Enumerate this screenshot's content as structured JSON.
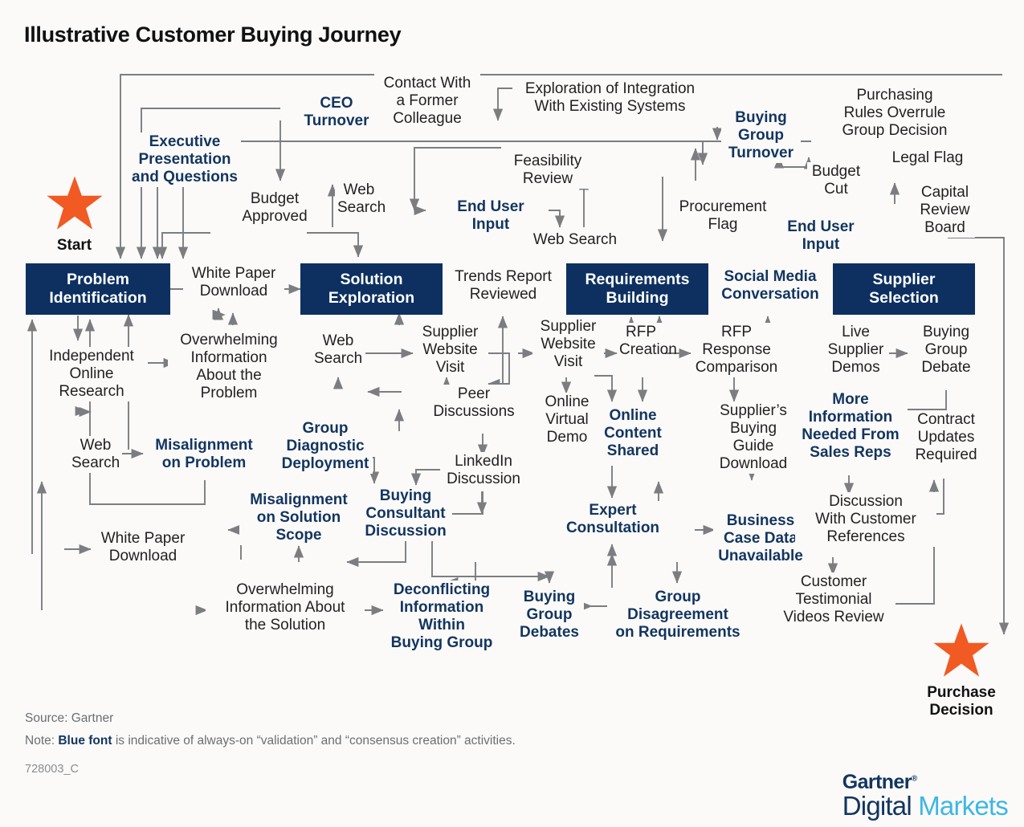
{
  "title": "Illustrative Customer Buying Journey",
  "footer": {
    "source": "Source: Gartner",
    "note_prefix": "Note: ",
    "note_bold": "Blue font",
    "note_rest": " is indicative of always-on “validation” and “consensus creation” activities.",
    "code": "728003_C",
    "logo_brand": "Gartner",
    "logo_reg": "®",
    "logo_line2_a": "Digital ",
    "logo_line2_b": "Markets"
  },
  "colors": {
    "stage_box": "#0d3060",
    "blue_text": "#12355f",
    "star": "#f15a22",
    "arrow": "#7b7d80",
    "background": "#fbfaf9"
  },
  "stars": [
    {
      "id": "start",
      "label": "Start"
    },
    {
      "id": "purchase-decision",
      "label": "Purchase\nDecision"
    }
  ],
  "stages": [
    {
      "id": "problem-identification",
      "label": "Problem\nIdentification"
    },
    {
      "id": "solution-exploration",
      "label": "Solution\nExploration"
    },
    {
      "id": "requirements-building",
      "label": "Requirements\nBuilding"
    },
    {
      "id": "supplier-selection",
      "label": "Supplier\nSelection"
    }
  ],
  "nodes": [
    {
      "id": "ceo-turnover",
      "label": "CEO\nTurnover",
      "blue": true
    },
    {
      "id": "contact-former-colleague",
      "label": "Contact With\na Former\nColleague",
      "blue": false
    },
    {
      "id": "exploration-integration",
      "label": "Exploration of Integration\nWith Existing Systems",
      "blue": false
    },
    {
      "id": "buying-group-turnover",
      "label": "Buying\nGroup\nTurnover",
      "blue": true
    },
    {
      "id": "purchasing-rules-overrule",
      "label": "Purchasing\nRules Overrule\nGroup Decision",
      "blue": false
    },
    {
      "id": "executive-presentation",
      "label": "Executive\nPresentation\nand Questions",
      "blue": true
    },
    {
      "id": "feasibility-review",
      "label": "Feasibility\nReview",
      "blue": false
    },
    {
      "id": "legal-flag",
      "label": "Legal Flag",
      "blue": false
    },
    {
      "id": "budget-approved",
      "label": "Budget\nApproved",
      "blue": false
    },
    {
      "id": "web-search-top",
      "label": "Web\nSearch",
      "blue": false
    },
    {
      "id": "end-user-input-left",
      "label": "End User\nInput",
      "blue": true
    },
    {
      "id": "budget-cut",
      "label": "Budget\nCut",
      "blue": false
    },
    {
      "id": "capital-review-board",
      "label": "Capital\nReview\nBoard",
      "blue": false
    },
    {
      "id": "web-search-mid-top",
      "label": "Web Search",
      "blue": false
    },
    {
      "id": "procurement-flag",
      "label": "Procurement\nFlag",
      "blue": false
    },
    {
      "id": "end-user-input-right",
      "label": "End User\nInput",
      "blue": true
    },
    {
      "id": "white-paper-download-top",
      "label": "White Paper\nDownload",
      "blue": false
    },
    {
      "id": "trends-report-reviewed",
      "label": "Trends Report\nReviewed",
      "blue": false
    },
    {
      "id": "social-media-conversation",
      "label": "Social Media\nConversation",
      "blue": true
    },
    {
      "id": "independent-online-research",
      "label": "Independent\nOnline\nResearch",
      "blue": false
    },
    {
      "id": "overwhelming-info-problem",
      "label": "Overwhelming\nInformation\nAbout the\nProblem",
      "blue": false
    },
    {
      "id": "web-search-solution",
      "label": "Web\nSearch",
      "blue": false
    },
    {
      "id": "supplier-website-visit-1",
      "label": "Supplier\nWebsite\nVisit",
      "blue": false
    },
    {
      "id": "supplier-website-visit-2",
      "label": "Supplier\nWebsite\nVisit",
      "blue": false
    },
    {
      "id": "rfp-creation",
      "label": "RFP\nCreation",
      "blue": false
    },
    {
      "id": "rfp-response-comparison",
      "label": "RFP\nResponse\nComparison",
      "blue": false
    },
    {
      "id": "live-supplier-demos",
      "label": "Live\nSupplier\nDemos",
      "blue": false
    },
    {
      "id": "buying-group-debate",
      "label": "Buying\nGroup\nDebate",
      "blue": false
    },
    {
      "id": "peer-discussions",
      "label": "Peer\nDiscussions",
      "blue": false
    },
    {
      "id": "online-virtual-demo",
      "label": "Online\nVirtual\nDemo",
      "blue": false
    },
    {
      "id": "online-content-shared",
      "label": "Online\nContent\nShared",
      "blue": true
    },
    {
      "id": "suppliers-buying-guide-download",
      "label": "Supplier’s\nBuying\nGuide\nDownload",
      "blue": false
    },
    {
      "id": "more-information-needed",
      "label": "More\nInformation\nNeeded From\nSales Reps",
      "blue": true
    },
    {
      "id": "contract-updates-required",
      "label": "Contract\nUpdates\nRequired",
      "blue": false
    },
    {
      "id": "web-search-problem",
      "label": "Web\nSearch",
      "blue": false
    },
    {
      "id": "misalignment-on-problem",
      "label": "Misalignment\non Problem",
      "blue": true
    },
    {
      "id": "group-diagnostic-deployment",
      "label": "Group\nDiagnostic\nDeployment",
      "blue": true
    },
    {
      "id": "linkedin-discussion",
      "label": "LinkedIn\nDiscussion",
      "blue": false
    },
    {
      "id": "misalignment-on-solution-scope",
      "label": "Misalignment\non Solution\nScope",
      "blue": true
    },
    {
      "id": "buying-consultant-discussion",
      "label": "Buying\nConsultant\nDiscussion",
      "blue": true
    },
    {
      "id": "expert-consultation",
      "label": "Expert\nConsultation",
      "blue": true
    },
    {
      "id": "business-case-data-unavailable",
      "label": "Business\nCase Data\nUnavailable",
      "blue": true
    },
    {
      "id": "discussion-with-customer-references",
      "label": "Discussion\nWith Customer\nReferences",
      "blue": false
    },
    {
      "id": "white-paper-download-bottom",
      "label": "White Paper\nDownload",
      "blue": false
    },
    {
      "id": "overwhelming-info-solution",
      "label": "Overwhelming\nInformation About\nthe Solution",
      "blue": false
    },
    {
      "id": "deconflicting-information",
      "label": "Deconflicting\nInformation\nWithin\nBuying Group",
      "blue": true
    },
    {
      "id": "buying-group-debates",
      "label": "Buying\nGroup\nDebates",
      "blue": true
    },
    {
      "id": "group-disagreement-on-requirements",
      "label": "Group\nDisagreement\non Requirements",
      "blue": true
    },
    {
      "id": "customer-testimonial-videos-review",
      "label": "Customer\nTestimonial\nVideos Review",
      "blue": false
    }
  ]
}
